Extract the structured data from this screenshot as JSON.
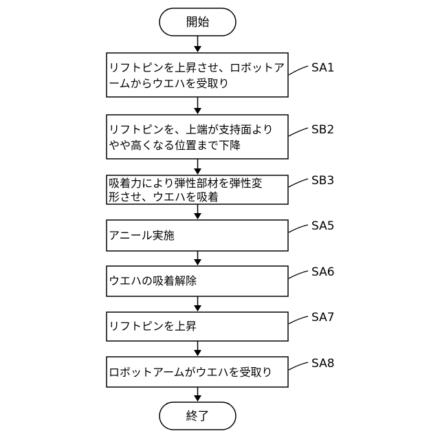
{
  "flowchart": {
    "start": "開始",
    "end": "終了",
    "steps": [
      {
        "id": "SA1",
        "lines": [
          "リフトピンを上昇させ、ロボットア",
          "ームからウエハを受取り"
        ]
      },
      {
        "id": "SB2",
        "lines": [
          "リフトピンを、上端が支持面より",
          "やや高くなる位置まで下降"
        ]
      },
      {
        "id": "SB3",
        "lines": [
          "吸着力により弾性部材を弾性変",
          "形させ、ウエハを吸着"
        ]
      },
      {
        "id": "SA5",
        "lines": [
          "アニール実施"
        ]
      },
      {
        "id": "SA6",
        "lines": [
          "ウエハの吸着解除"
        ]
      },
      {
        "id": "SA7",
        "lines": [
          "リフトピンを上昇"
        ]
      },
      {
        "id": "SA8",
        "lines": [
          "ロボットアームがウエハを受取り"
        ]
      }
    ]
  }
}
